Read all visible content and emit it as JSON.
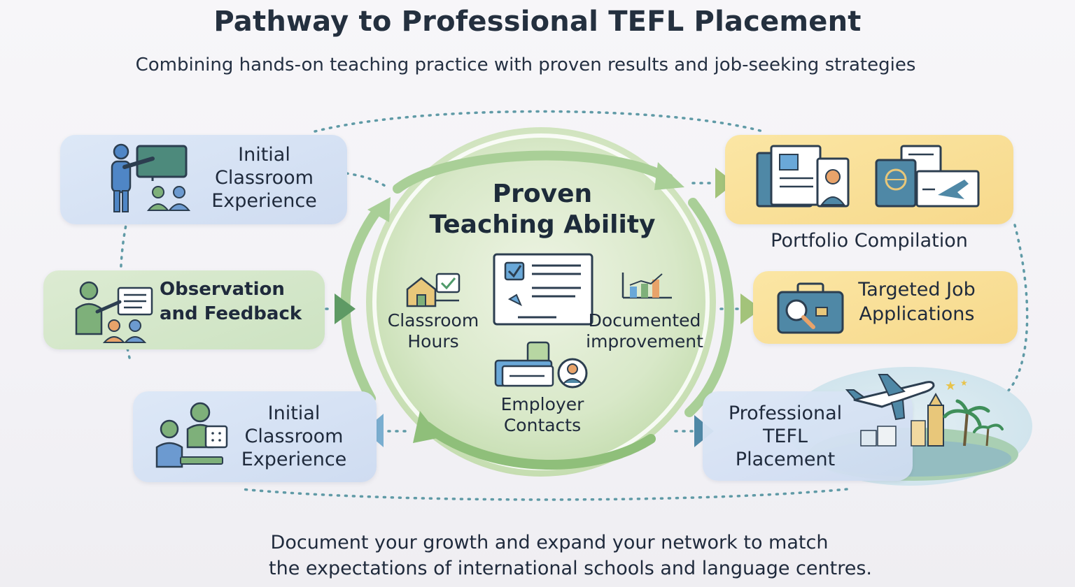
{
  "header": {
    "title": "Pathway to Professional TEFL Placement",
    "subtitle": "Combining hands-on teaching practice with proven results and job-seeking strategies"
  },
  "left_steps": [
    {
      "label_line1": "Initial",
      "label_line2": "Classroom",
      "label_line3": "Experience",
      "icon": "teacher-at-board-icon"
    },
    {
      "label_line1": "Observation",
      "label_line2": "and Feedback",
      "icon": "mentor-feedback-icon"
    },
    {
      "label_line1": "Initial",
      "label_line2": "Classroom",
      "label_line3": "Experience",
      "icon": "teacher-with-student-icon"
    }
  ],
  "center": {
    "title_line1": "Proven",
    "title_line2": "Teaching Ability",
    "items": [
      {
        "label_line1": "Classroom",
        "label_line2": "Hours",
        "icon": "school-house-check-icon"
      },
      {
        "label_line1": "Documented",
        "label_line2": "improvement",
        "icon": "bar-chart-icon"
      },
      {
        "label_line1": "Employer",
        "label_line2": "Contacts",
        "icon": "contact-cards-icon"
      }
    ],
    "document_icon": "checklist-document-icon"
  },
  "right_steps": [
    {
      "label": "Portfolio Compilation",
      "icon": "portfolio-documents-icon"
    },
    {
      "label_line1": "Targeted Job",
      "label_line2": "Applications",
      "icon": "briefcase-search-icon"
    },
    {
      "label_line1": "Professional",
      "label_line2": "TEFL",
      "label_line3": "Placement",
      "icon": "airplane-destination-icon"
    }
  ],
  "footer": {
    "line1": "Document your growth and expand your network to match",
    "line2": "the expectations of international schools and language centres."
  },
  "colors": {
    "blue_card": "#d6e3f5",
    "green_card": "#d3e6c8",
    "gold_card": "#f9dd92",
    "circle_green": "#bcd9a6",
    "arrow_green": "#8fbf7a",
    "arrow_teal": "#4f88a6",
    "dotted_teal": "#5f9aa6"
  }
}
